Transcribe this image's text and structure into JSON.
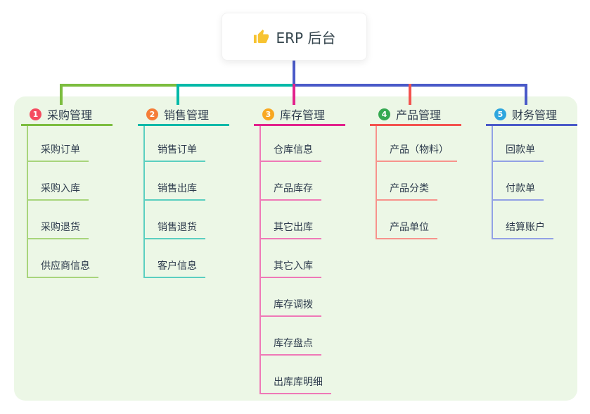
{
  "root": {
    "label": "ERP 后台",
    "icon": "thumbs-up-icon"
  },
  "branches": [
    {
      "index": "1",
      "label": "采购管理",
      "children": [
        "采购订单",
        "采购入库",
        "采购退货",
        "供应商信息"
      ]
    },
    {
      "index": "2",
      "label": "销售管理",
      "children": [
        "销售订单",
        "销售出库",
        "销售退货",
        "客户信息"
      ]
    },
    {
      "index": "3",
      "label": "库存管理",
      "children": [
        "仓库信息",
        "产品库存",
        "其它出库",
        "其它入库",
        "库存调拨",
        "库存盘点",
        "出库库明细"
      ]
    },
    {
      "index": "4",
      "label": "产品管理",
      "children": [
        "产品（物料）",
        "产品分类",
        "产品单位"
      ]
    },
    {
      "index": "5",
      "label": "财务管理",
      "children": [
        "回款单",
        "付款单",
        "结算账户"
      ]
    }
  ],
  "colors": {
    "panel_bg": "#ecf7e6",
    "text": "#2e3c4d",
    "root_connector": "#4a5ac8",
    "thumb_icon": "#f7c331",
    "b1_badge": "#f54b60",
    "b1_line": "#7cbd3f",
    "b1_child": "#a8d57c",
    "b2_badge": "#f57d38",
    "b2_line": "#00b9a8",
    "b2_child": "#5bcfc0",
    "b3_badge": "#f8a822",
    "b3_line": "#e2228c",
    "b3_child": "#ef79b7",
    "b4_badge": "#36a952",
    "b4_line": "#f3534f",
    "b4_child": "#f7938c",
    "b5_badge": "#2ea6de",
    "b5_line": "#4a5ac8",
    "b5_child": "#92a1e5"
  }
}
